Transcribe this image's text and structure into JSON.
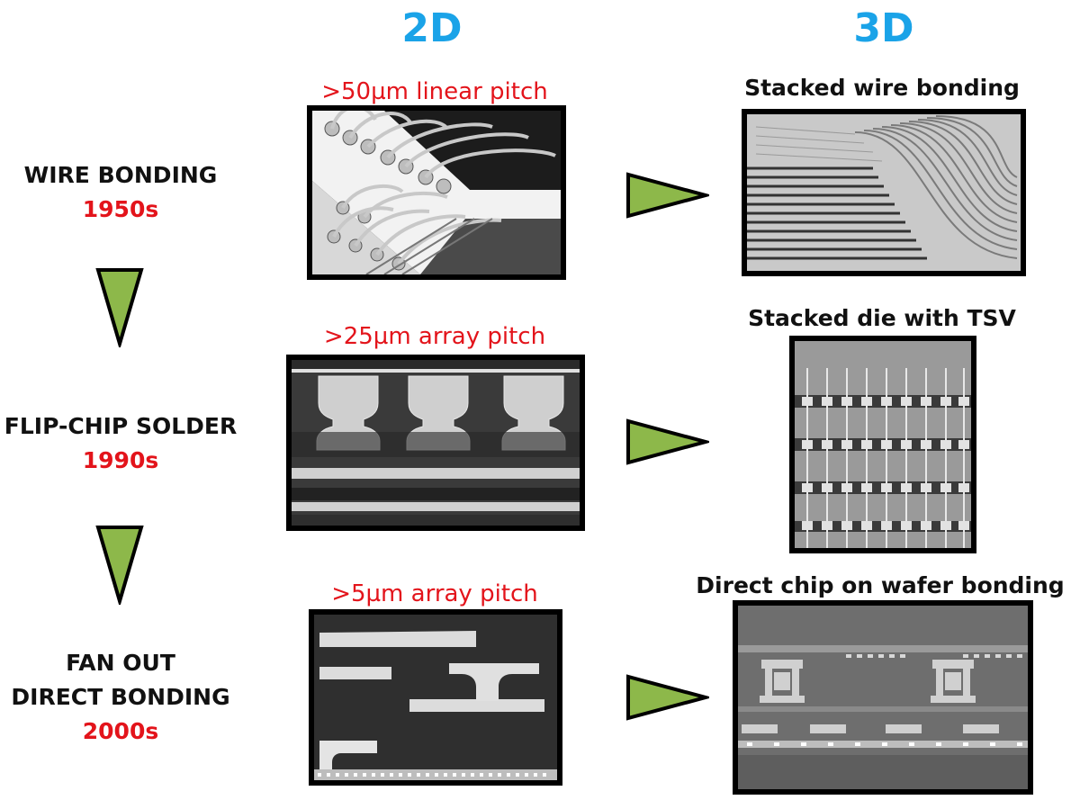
{
  "colors": {
    "header_blue": "#1aa3e8",
    "accent_red": "#e3141b",
    "arrow_green": "#8db84a",
    "arrow_outline": "#000000"
  },
  "headers": {
    "col_2d": "2D",
    "col_3d": "3D"
  },
  "eras": [
    {
      "name_lines": [
        "WIRE BONDING"
      ],
      "year": "1950s",
      "pitch_2d": ">50µm linear pitch",
      "title_3d": "Stacked wire bonding"
    },
    {
      "name_lines": [
        "FLIP-CHIP SOLDER"
      ],
      "year": "1990s",
      "pitch_2d": ">25µm array pitch",
      "title_3d": "Stacked die with TSV"
    },
    {
      "name_lines": [
        "FAN OUT",
        "DIRECT BONDING"
      ],
      "year": "2000s",
      "pitch_2d": ">5µm array pitch",
      "title_3d": "Direct chip on wafer bonding"
    }
  ],
  "icons": {
    "down_arrow": "triangle-down-icon",
    "right_arrow": "triangle-right-icon"
  }
}
